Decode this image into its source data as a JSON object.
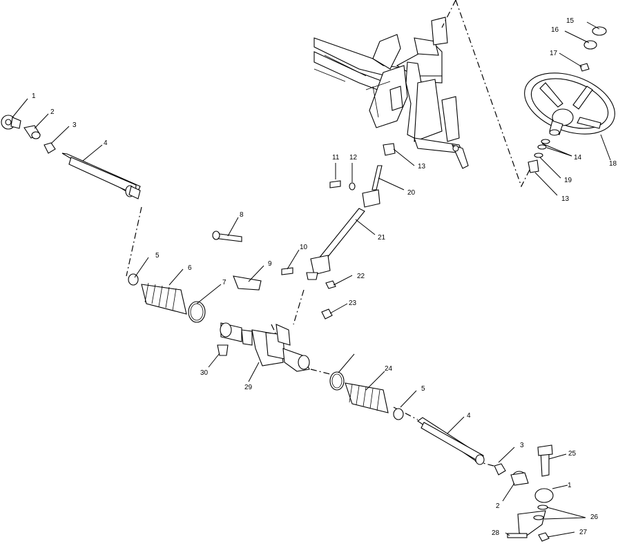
{
  "diagram": {
    "type": "exploded-parts-diagram",
    "callouts": [
      {
        "id": "c1a",
        "label": "1"
      },
      {
        "id": "c2a",
        "label": "2"
      },
      {
        "id": "c3a",
        "label": "3"
      },
      {
        "id": "c4a",
        "label": "4"
      },
      {
        "id": "c5a",
        "label": "5"
      },
      {
        "id": "c6",
        "label": "6"
      },
      {
        "id": "c7a",
        "label": "7"
      },
      {
        "id": "c8",
        "label": "8"
      },
      {
        "id": "c9",
        "label": "9"
      },
      {
        "id": "c10",
        "label": "10"
      },
      {
        "id": "c11",
        "label": "11"
      },
      {
        "id": "c12",
        "label": "12"
      },
      {
        "id": "c13a",
        "label": "13"
      },
      {
        "id": "c13b",
        "label": "13"
      },
      {
        "id": "c14",
        "label": "14"
      },
      {
        "id": "c15",
        "label": "15"
      },
      {
        "id": "c16",
        "label": "16"
      },
      {
        "id": "c17",
        "label": "17"
      },
      {
        "id": "c18",
        "label": "18"
      },
      {
        "id": "c19",
        "label": "19"
      },
      {
        "id": "c20",
        "label": "20"
      },
      {
        "id": "c21",
        "label": "21"
      },
      {
        "id": "c22",
        "label": "22"
      },
      {
        "id": "c23",
        "label": "23"
      },
      {
        "id": "c24",
        "label": "24"
      },
      {
        "id": "c5b",
        "label": "5"
      },
      {
        "id": "c4b",
        "label": "4"
      },
      {
        "id": "c3b",
        "label": "3"
      },
      {
        "id": "c25",
        "label": "25"
      },
      {
        "id": "c1b",
        "label": "1"
      },
      {
        "id": "c2b",
        "label": "2"
      },
      {
        "id": "c26",
        "label": "26"
      },
      {
        "id": "c27",
        "label": "27"
      },
      {
        "id": "c28",
        "label": "28"
      },
      {
        "id": "c29",
        "label": "29"
      },
      {
        "id": "c30",
        "label": "30"
      }
    ]
  }
}
